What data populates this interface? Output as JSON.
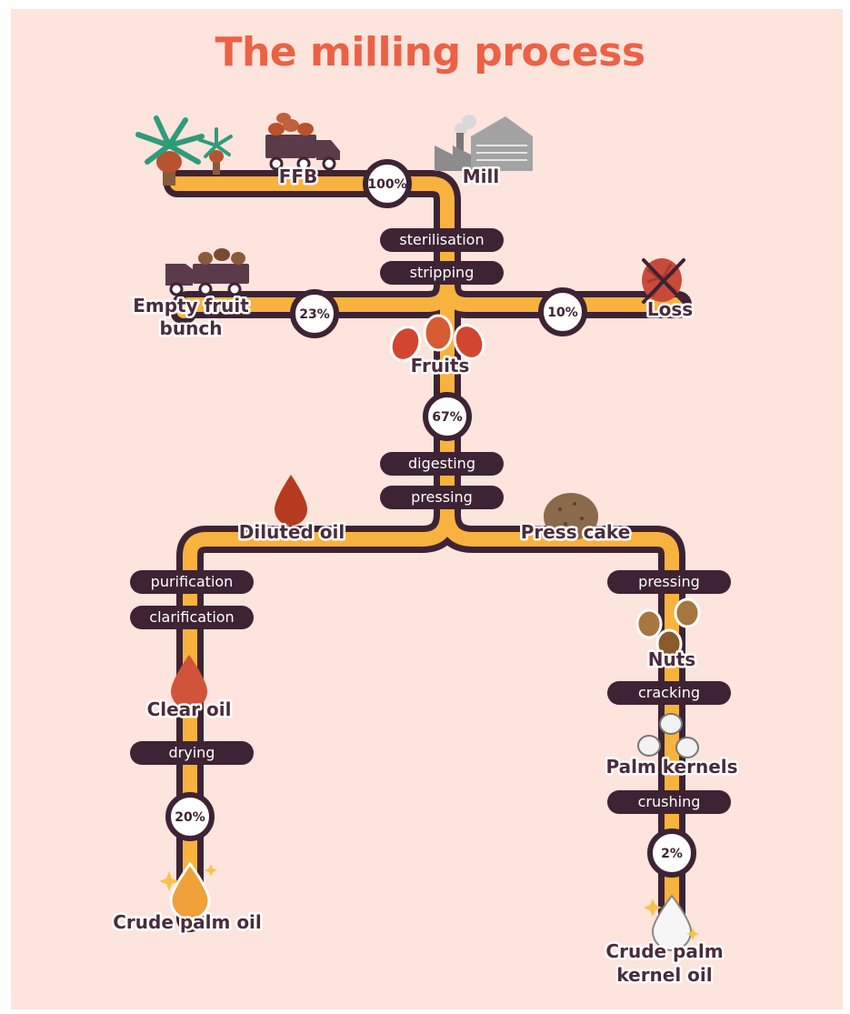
{
  "title": "The milling process",
  "colors": {
    "title": "#ec6146",
    "background": "#fde4dd",
    "pipe_fill": "#f8b23e",
    "pipe_outline": "#3d2333",
    "step_pill": "#3d2333"
  },
  "nodes": {
    "ffb": "FFB",
    "mill": "Mill",
    "empty_fruit_bunch_line1": "Empty fruit",
    "empty_fruit_bunch_line2": "bunch",
    "loss": "Loss",
    "fruits": "Fruits",
    "diluted_oil": "Diluted oil",
    "press_cake": "Press cake",
    "clear_oil": "Clear oil",
    "nuts": "Nuts",
    "palm_kernels": "Palm kernels",
    "crude_palm_oil": "Crude palm oil",
    "crude_palm_kernel_oil_line1": "Crude palm",
    "crude_palm_kernel_oil_line2": "kernel oil"
  },
  "steps": {
    "sterilisation": "sterilisation",
    "stripping": "stripping",
    "digesting": "digesting",
    "pressing_main": "pressing",
    "purification": "purification",
    "clarification": "clarification",
    "drying": "drying",
    "pressing_cake": "pressing",
    "cracking": "cracking",
    "crushing": "crushing"
  },
  "percentages": {
    "ffb": "100%",
    "empty_fruit_bunch": "23%",
    "loss": "10%",
    "fruits": "67%",
    "crude_palm_oil": "20%",
    "crude_palm_kernel_oil": "2%"
  },
  "icons": {
    "palm_trees": "palm-trees-icon",
    "truck_fruit": "truck-fruit-icon",
    "mill": "mill-factory-icon",
    "truck_empty": "truck-empty-bunch-icon",
    "loss": "crossed-bunch-icon",
    "fruits": "palm-fruits-icon",
    "oil_drop": "oil-drop-icon",
    "press_cake": "press-cake-icon",
    "nuts": "nuts-icon",
    "kernels": "kernels-icon",
    "sparkle_drop": "sparkle-drop-icon"
  }
}
